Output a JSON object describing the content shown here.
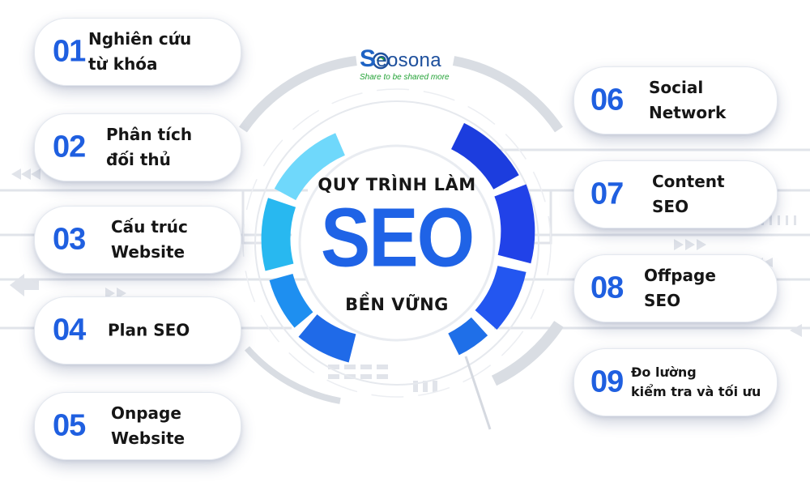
{
  "logo": {
    "initial": "S",
    "rest": "eosona",
    "tagline": "Share to be shared more"
  },
  "center": {
    "line1": "QUY TRÌNH LÀM",
    "line2": "SEO",
    "line3": "BỀN VỮNG"
  },
  "steps_left": [
    {
      "num": "01",
      "lines": [
        "Nghiên cứu",
        "từ khóa"
      ]
    },
    {
      "num": "02",
      "lines": [
        "Phân tích",
        "đối thủ"
      ]
    },
    {
      "num": "03",
      "lines": [
        "Cấu trúc",
        "Website"
      ]
    },
    {
      "num": "04",
      "lines": [
        "Plan SEO"
      ]
    },
    {
      "num": "05",
      "lines": [
        "Onpage",
        "Website"
      ]
    }
  ],
  "steps_right": [
    {
      "num": "06",
      "lines": [
        "Social",
        "Network"
      ]
    },
    {
      "num": "07",
      "lines": [
        "Content",
        "SEO"
      ]
    },
    {
      "num": "08",
      "lines": [
        "Offpage",
        "SEO"
      ]
    },
    {
      "num": "09",
      "lines": [
        "Đo lường",
        "kiểm tra và tối ưu"
      ]
    }
  ],
  "colors": {
    "accent": "#1f63e6",
    "dark_blue": "#1732c9",
    "light_blue": "#5dd0f7",
    "tagline_green": "#23a236",
    "text": "#161616"
  }
}
